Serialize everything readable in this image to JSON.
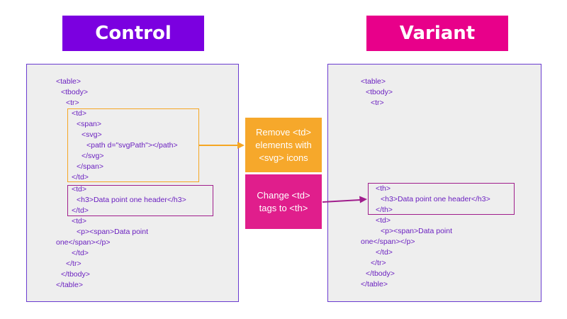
{
  "titles": {
    "control": "Control",
    "variant": "Variant"
  },
  "control_code": {
    "table_open": "<table>",
    "tbody_open": "<tbody>",
    "tr_open": "<tr>",
    "td1_open": "<td>",
    "span_open": "<span>",
    "svg_open": "<svg>",
    "path": "<path d=\"svgPath\"></path>",
    "svg_close": "</svg>",
    "span_close": "</span>",
    "td1_close": "</td>",
    "td2_open": "<td>",
    "h3": "<h3>Data point one header</h3>",
    "td2_close": "</td>",
    "td3_open": "<td>",
    "p_line1": "<p><span>Data point",
    "p_line2": "one</span></p>",
    "td3_close": "</td>",
    "tr_close": "</tr>",
    "tbody_close": "</tbody>",
    "table_close": "</table>"
  },
  "variant_code": {
    "table_open": "<table>",
    "tbody_open": "<tbody>",
    "tr_open": "<tr>",
    "th_open": "<th>",
    "h3": "<h3>Data point one header</h3>",
    "th_close": "</th>",
    "td_open": "<td>",
    "p_line1": "<p><span>Data point",
    "p_line2": "one</span></p>",
    "td_close": "</td>",
    "tr_close": "</tr>",
    "tbody_close": "</tbody>",
    "table_close": "</table>"
  },
  "actions": {
    "remove": "Remove <td> elements with <svg> icons",
    "change": "Change <td> tags  to <th>"
  },
  "colors": {
    "control": "#7b00e0",
    "variant": "#e8008a",
    "remove": "#f6a82b",
    "change": "#e01e8c",
    "code": "#6a1fc0"
  }
}
